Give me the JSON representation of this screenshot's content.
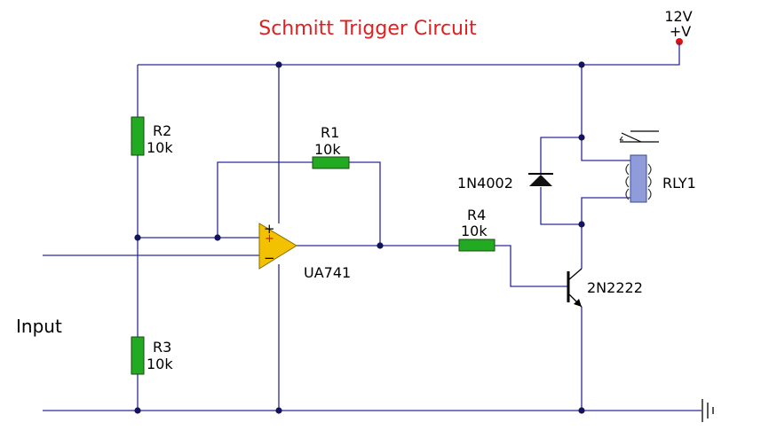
{
  "title": "Schmitt Trigger Circuit",
  "supply": {
    "voltage": "12V",
    "terminal": "+V"
  },
  "input_label": "Input",
  "components": {
    "r1": {
      "name": "R1",
      "value": "10k"
    },
    "r2": {
      "name": "R2",
      "value": "10k"
    },
    "r3": {
      "name": "R3",
      "value": "10k"
    },
    "r4": {
      "name": "R4",
      "value": "10k"
    },
    "diode": {
      "name": "1N4002"
    },
    "relay": {
      "name": "RLY1"
    },
    "transistor": {
      "name": "2N2222"
    },
    "opamp": {
      "name": "UA741",
      "plus": "+",
      "minus": "−"
    }
  },
  "colors": {
    "title": "#e02020",
    "wire": "#2b2b9a",
    "resistor": "#22aa22",
    "opamp": "#f2c200",
    "relay": "#8f9cd9",
    "supply_dot": "#e01010"
  }
}
